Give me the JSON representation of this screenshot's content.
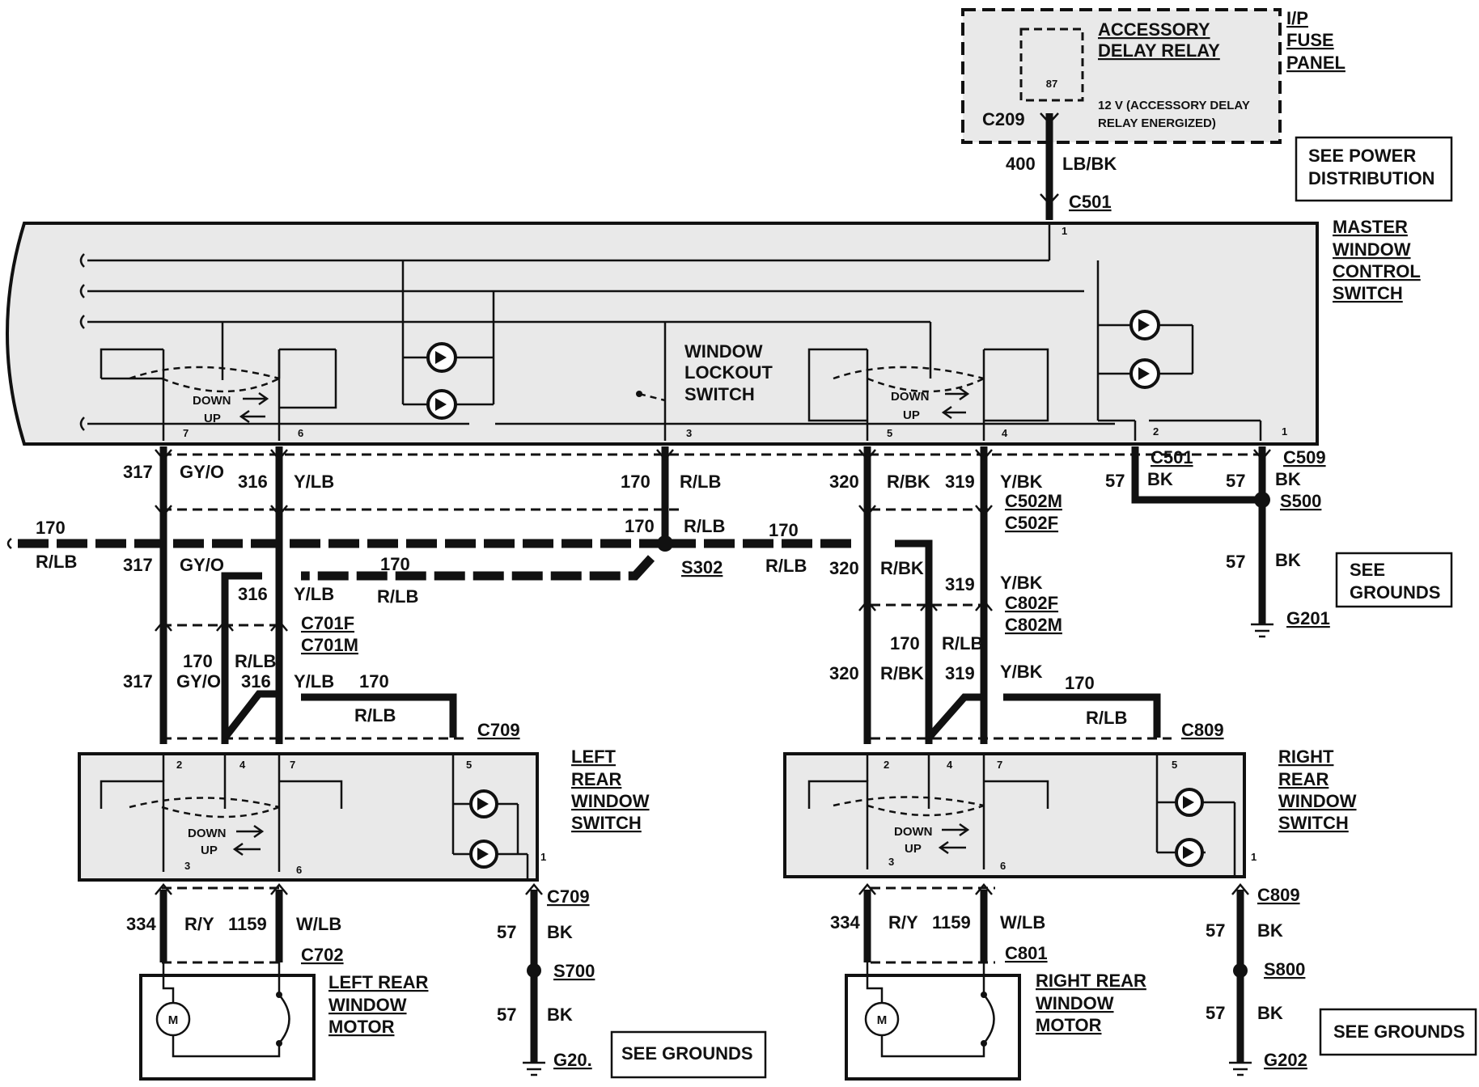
{
  "fuse_panel": {
    "relay_title_1": "ACCESSORY",
    "relay_title_2": "DELAY  RELAY",
    "pin": "87",
    "note_1": "12 V (ACCESSORY DELAY",
    "note_2": "RELAY ENERGIZED)",
    "connector": "C209",
    "label_1": "I/P",
    "label_2": "FUSE",
    "label_3": "PANEL"
  },
  "power_ref": {
    "line_1": "SEE POWER",
    "line_2": "DISTRIBUTION"
  },
  "feed": {
    "circuit": "400",
    "color": "LB/BK",
    "connector": "C501",
    "pin": "1"
  },
  "master_switch": {
    "label": [
      "MASTER",
      "WINDOW",
      "CONTROL",
      "SWITCH"
    ],
    "lockout": [
      "WINDOW",
      "LOCKOUT",
      "SWITCH"
    ],
    "down": "DOWN",
    "up": "UP",
    "pins": [
      "7",
      "6",
      "3",
      "5",
      "4",
      "2",
      "1"
    ]
  },
  "circuits": {
    "c317": "317",
    "gy_o": "GY/O",
    "c316": "316",
    "y_lb": "Y/LB",
    "c170": "170",
    "r_lb": "R/LB",
    "c320": "320",
    "r_bk": "R/BK",
    "c319": "319",
    "y_bk": "Y/BK",
    "c57": "57",
    "bk": "BK",
    "c334": "334",
    "r_y": "R/Y",
    "c1159": "1159",
    "w_lb": "W/LB"
  },
  "connectors": {
    "c501": "C501",
    "c509": "C509",
    "s500": "S500",
    "c502m": "C502M",
    "c502f": "C502F",
    "s302": "S302",
    "c701f": "C701F",
    "c701m": "C701M",
    "c802f": "C802F",
    "c802m": "C802M",
    "c709": "C709",
    "c809": "C809",
    "c702": "C702",
    "c801": "C801",
    "s700": "S700",
    "s800": "S800",
    "g201": "G201",
    "g20": "G20.",
    "g202": "G202"
  },
  "grounds_ref": {
    "line_1": "SEE",
    "line_2": "GROUNDS",
    "single": "SEE GROUNDS"
  },
  "left_switch": {
    "label": [
      "LEFT",
      "REAR",
      "WINDOW",
      "SWITCH"
    ],
    "pins": [
      "2",
      "4",
      "7",
      "5",
      "3",
      "6",
      "1"
    ]
  },
  "right_switch": {
    "label": [
      "RIGHT",
      "REAR",
      "WINDOW",
      "SWITCH"
    ],
    "pins": [
      "2",
      "4",
      "7",
      "5",
      "3",
      "6",
      "1"
    ]
  },
  "left_motor": {
    "label": [
      "LEFT REAR",
      "WINDOW",
      "MOTOR"
    ],
    "symbol": "M"
  },
  "right_motor": {
    "label": [
      "RIGHT REAR",
      "WINDOW",
      "MOTOR"
    ],
    "symbol": "M"
  }
}
